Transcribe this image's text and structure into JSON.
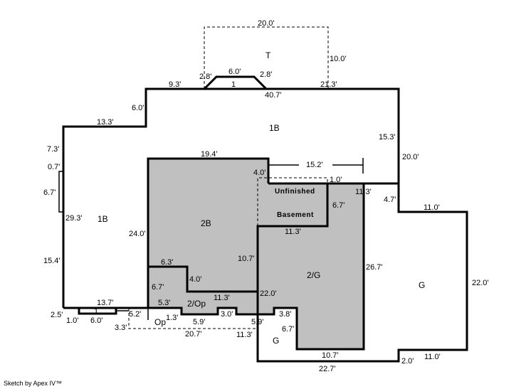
{
  "colors": {
    "shade": "#c0c0c0",
    "line": "#000000"
  },
  "areas": {
    "t": "T",
    "one_b_top": "1B",
    "one_b_left": "1B",
    "two_b": "2B",
    "unfinished": "Unfinished",
    "basement": "Basement",
    "two_g": "2/G",
    "g_right": "G",
    "two_op": "2/Op",
    "op": "Op",
    "g_small": "G",
    "bay_num": "1",
    "porch_num": "1"
  },
  "dims": [
    "20.0'",
    "10.0'",
    "6.0'",
    "2.8'",
    "2.8'",
    "9.3'",
    "21.3'",
    "40.7'",
    "6.0'",
    "13.3'",
    "15.3'",
    "20.0'",
    "7.3'",
    "0.7'",
    "6.7'",
    "19.4'",
    "15.2'",
    "4.0'",
    "1.0'",
    "11.3'",
    "4.7'",
    "11.0'",
    "6.7'",
    "11.3'",
    "29.3'",
    "24.0'",
    "15.4'",
    "10.7'",
    "6.3'",
    "26.7'",
    "22.0'",
    "4.0'",
    "6.7'",
    "11.3'",
    "22.0'",
    "13.7'",
    "5.3'",
    "2.5'",
    "5.2'",
    "1.3'",
    "3.0'",
    "3.8'",
    "1.0'",
    "6.0'",
    "5.9'",
    "5.9'",
    "3.3'",
    "20.7'",
    "11.3'",
    "6.7'",
    "10.7'",
    "2.0'",
    "11.0'",
    "22.7'"
  ],
  "footer": "Sketch by Apex IV™"
}
